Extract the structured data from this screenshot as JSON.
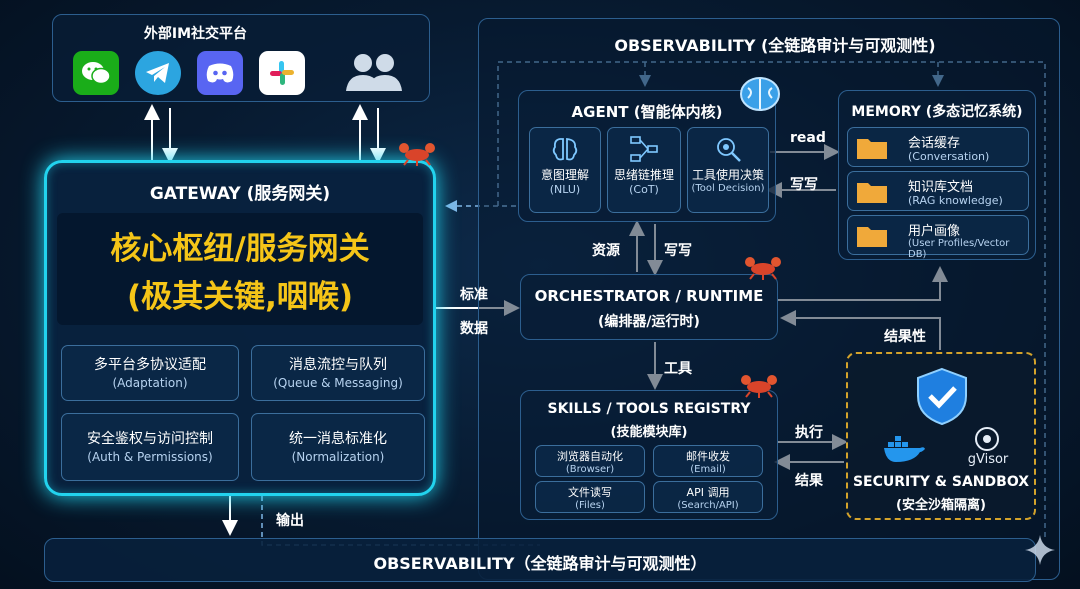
{
  "platforms": {
    "title": "外部IM社交平台",
    "icons": [
      "wechat-icon",
      "telegram-icon",
      "discord-icon",
      "slack-icon",
      "users-icon"
    ]
  },
  "observability_top": "OBSERVABILITY (全链路审计与可观测性)",
  "observability_bottom": "OBSERVABILITY（全链路审计与可观测性）",
  "gateway": {
    "title": "GATEWAY (服务网关)",
    "headline_1": "核心枢纽/服务网关",
    "headline_2": "(极其关键,咽喉)",
    "cards": [
      {
        "cn": "多平台多协议适配",
        "en": "(Adaptation)"
      },
      {
        "cn": "消息流控与队列",
        "en": "(Queue & Messaging)"
      },
      {
        "cn": "安全鉴权与访问控制",
        "en": "(Auth & Permissions)"
      },
      {
        "cn": "统一消息标准化",
        "en": "(Normalization)"
      }
    ]
  },
  "agent": {
    "title": "AGENT (智能体内核)",
    "cards": [
      {
        "cn": "意图理解",
        "en": "(NLU)"
      },
      {
        "cn": "思绪链推理",
        "en": "(CoT)"
      },
      {
        "cn": "工具使用决策",
        "en": "(Tool Decision)"
      }
    ]
  },
  "memory": {
    "title": "MEMORY (多态记忆系统)",
    "items": [
      {
        "cn": "会话缓存",
        "en": "(Conversation)"
      },
      {
        "cn": "知识库文档",
        "en": "(RAG knowledge)"
      },
      {
        "cn": "用户画像",
        "en": "(User Profiles/Vector DB)"
      }
    ]
  },
  "orchestrator": {
    "title": "ORCHESTRATOR / RUNTIME",
    "sub": "(编排器/运行时)"
  },
  "skills": {
    "title": "SKILLS / TOOLS REGISTRY",
    "sub": "(技能模块库)",
    "cards": [
      {
        "cn": "浏览器自动化",
        "en": "(Browser)"
      },
      {
        "cn": "邮件收发",
        "en": "(Email)"
      },
      {
        "cn": "文件读写",
        "en": "(Files)"
      },
      {
        "cn": "API 调用",
        "en": "(Search/API)"
      }
    ]
  },
  "security": {
    "title": "SECURITY & SANDBOX",
    "sub": "(安全沙箱隔离)",
    "gvisor": "gVisor"
  },
  "labels": {
    "read": "read",
    "write_mem": "写写",
    "resource": "资源",
    "write_orch": "写写",
    "standard": "标准",
    "data": "数据",
    "tool": "工具",
    "exec": "执行",
    "result": "结果",
    "result_nature": "结果性",
    "output": "输出"
  },
  "colors": {
    "gateway_glow": "#22d3ee",
    "sandbox_border": "#d4a32b",
    "panel_border": "#2c5e8e",
    "headline": "#f5c518"
  }
}
